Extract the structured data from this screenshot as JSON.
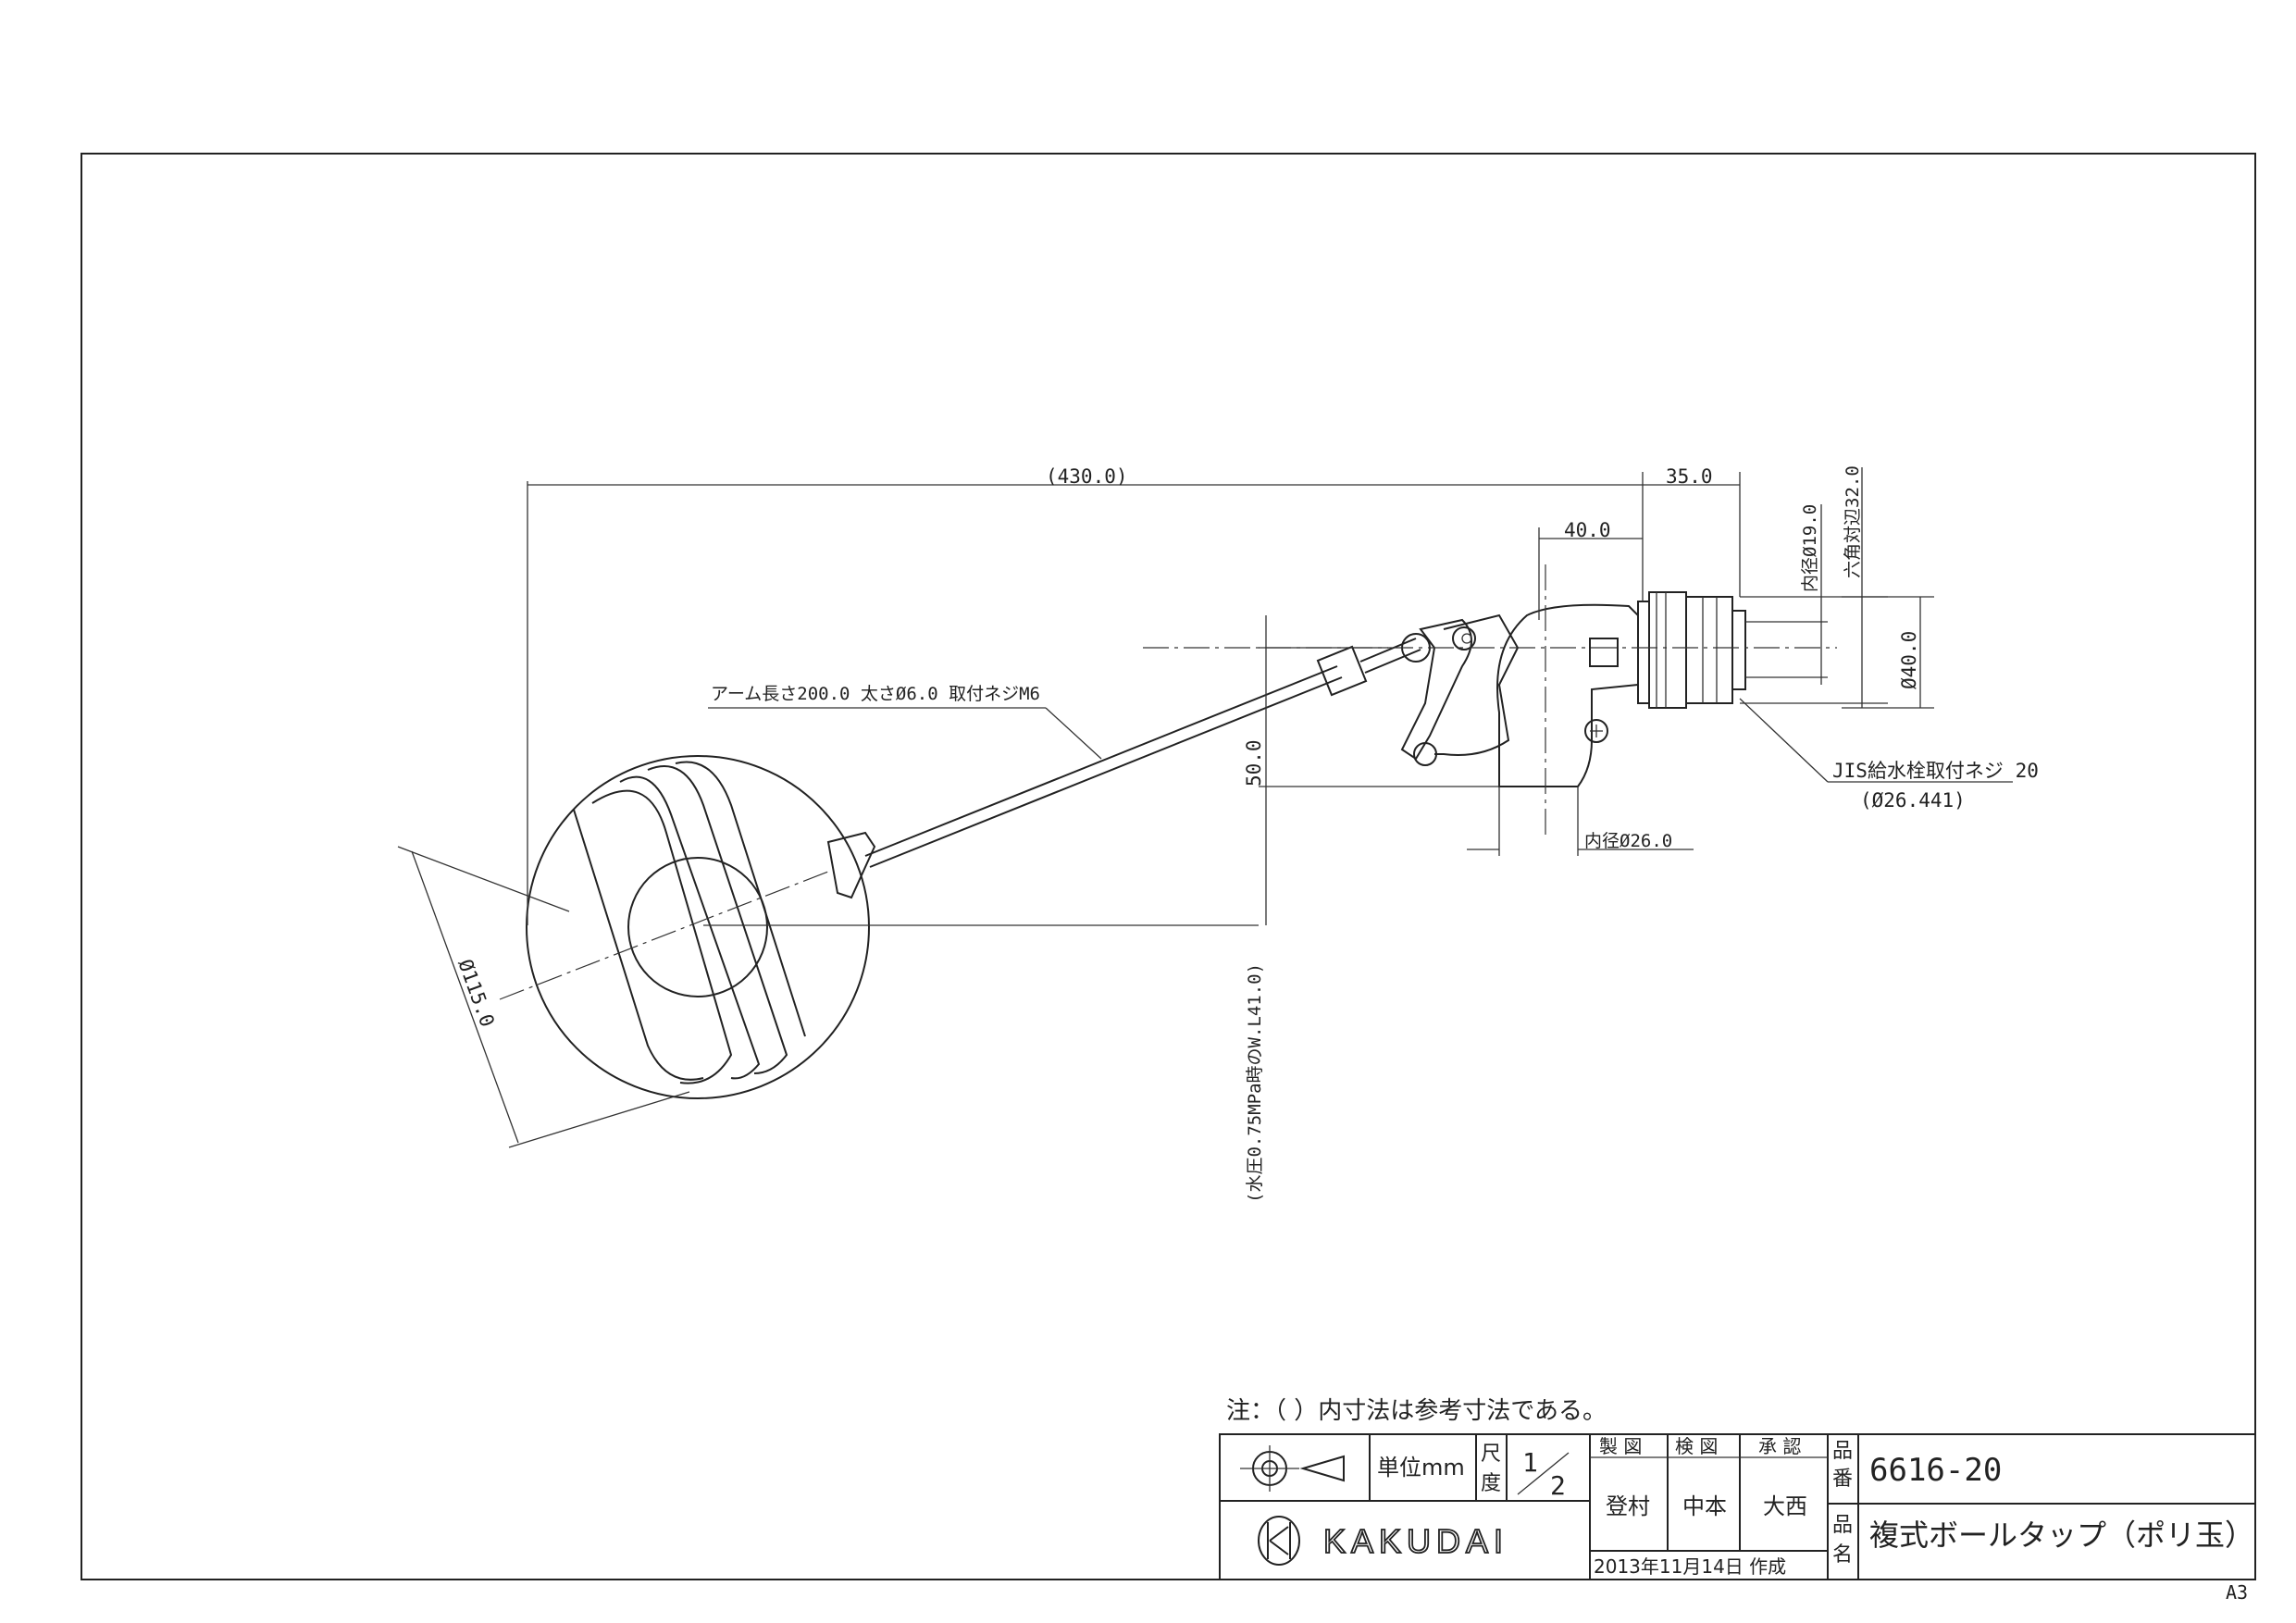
{
  "dimensions": {
    "overall_length": "(430.0)",
    "arm_to_body": "35.0",
    "body_offset": "40.0",
    "inner_dia_19": "内径Ø19.0",
    "hex_32": "六角対辺32.0",
    "dia_40": "Ø40.0",
    "height_50": "50.0",
    "inner_dia_26": "内径Ø26.0",
    "ball_dia": "Ø115.0",
    "water_level": "(水圧0.75MPa時のW.L41.0)",
    "arm_spec": "アーム長さ200.0 太さØ6.0 取付ネジM6",
    "jis_thread": "JIS給水栓取付ネジ 20",
    "jis_dia": "(Ø26.441)"
  },
  "note": "注：（ ）内寸法は参考寸法である。",
  "title_block": {
    "unit_label": "単位mm",
    "scale_label": "尺度",
    "scale_num": "1",
    "scale_den": "2",
    "drawn_label": "製 図",
    "checked_label": "検 図",
    "approved_label": "承 認",
    "drawn_by": "登村",
    "checked_by": "中本",
    "approved_by": "大西",
    "date": "2013年11月14日 作成",
    "part_no_label_1": "品",
    "part_no_label_2": "番",
    "part_no": "6616-20",
    "part_name_label_1": "品",
    "part_name_label_2": "名",
    "part_name": "複式ボールタップ（ポリ玉）",
    "logo_text": "KAKUDAI"
  },
  "sheet_size": "A3"
}
